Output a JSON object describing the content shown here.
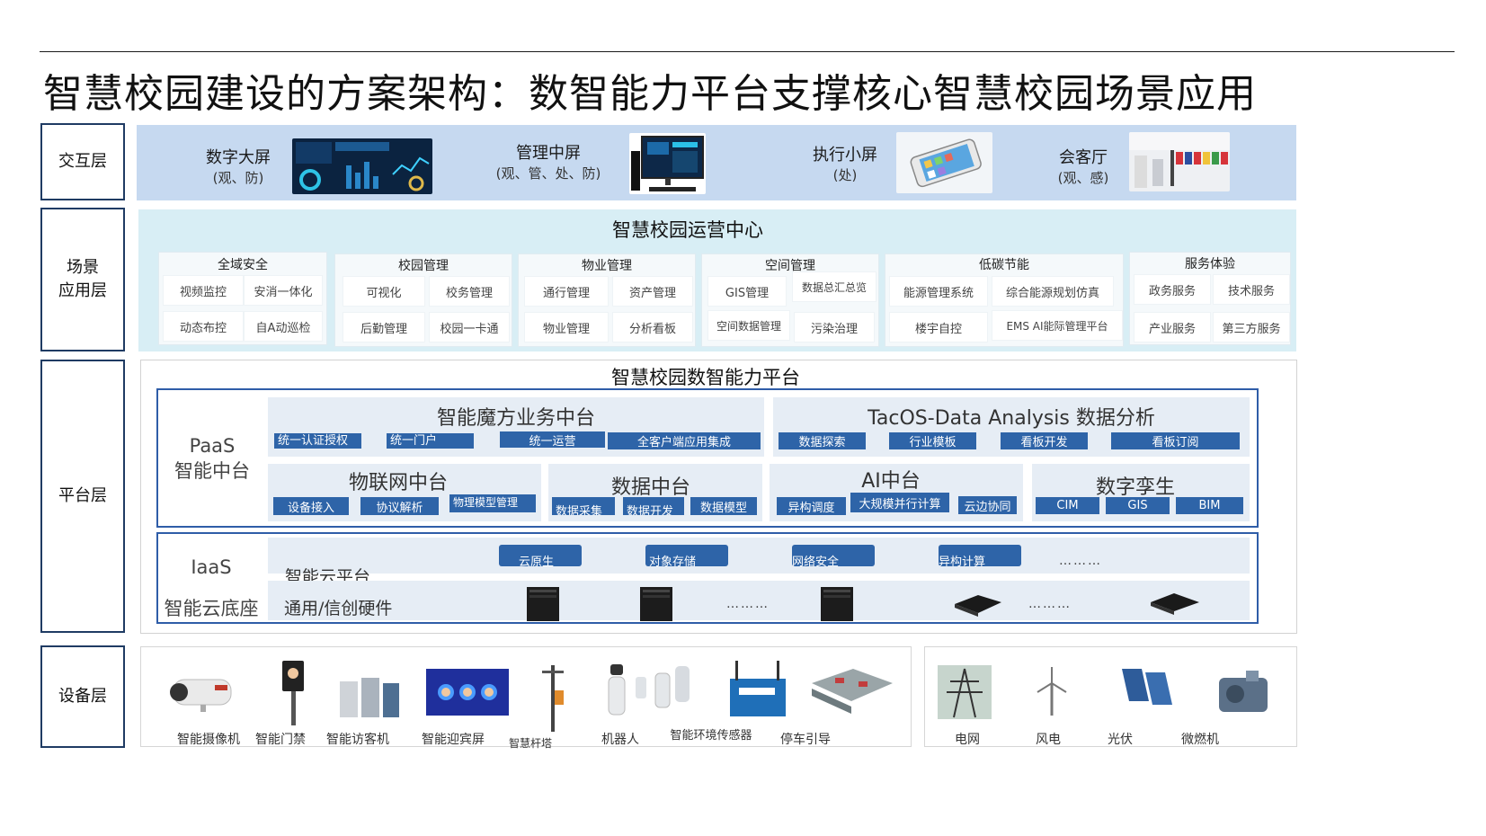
{
  "title": "智慧校园建设的方案架构：数智能力平台支撑核心智慧校园场景应用",
  "layers": {
    "interaction": "交互层",
    "scenario": "场景\n应用层",
    "platform": "平台层",
    "device": "设备层"
  },
  "interaction_items": [
    {
      "name": "数字大屏",
      "sub": "(观、防)"
    },
    {
      "name": "管理中屏",
      "sub": "(观、管、处、防)"
    },
    {
      "name": "执行小屏",
      "sub": "(处)"
    },
    {
      "name": "会客厅",
      "sub": "(观、感)"
    }
  ],
  "scenario": {
    "title": "智慧校园运营中心",
    "groups": [
      {
        "title": "全域安全",
        "items": [
          "视频监控",
          "安消一体化",
          "动态布控",
          "自A动巡检"
        ]
      },
      {
        "title": "校园管理",
        "items": [
          "可视化",
          "校务管理",
          "后勤管理",
          "校园一卡通"
        ]
      },
      {
        "title": "物业管理",
        "items": [
          "通行管理",
          "资产管理",
          "物业管理",
          "分析看板"
        ]
      },
      {
        "title": "空间管理",
        "items": [
          "GIS管理",
          "数据总汇总览",
          "空间数据管理",
          "污染治理"
        ]
      },
      {
        "title": "低碳节能",
        "items": [
          "能源管理系统",
          "综合能源规划仿真",
          "楼宇自控",
          "EMS AI能际管理平台"
        ]
      },
      {
        "title": "服务体验",
        "items": [
          "政务服务",
          "技术服务",
          "产业服务",
          "第三方服务"
        ]
      }
    ]
  },
  "platform": {
    "title": "智慧校园数智能力平台",
    "paas_label": "PaaS\n智能中台",
    "iaas_label": "IaaS\n智能云底座",
    "magic": {
      "title": "智能魔方业务中台",
      "buttons": [
        "统一认证授权",
        "统一门户",
        "统一运营",
        "全客户端应用集成"
      ]
    },
    "tacos": {
      "title": "TacOS-Data Analysis 数据分析",
      "buttons": [
        "数据探索",
        "行业模板",
        "看板开发",
        "看板订阅"
      ]
    },
    "iot": {
      "title": "物联网中台",
      "buttons": [
        "设备接入",
        "协议解析",
        "物理模型管理"
      ]
    },
    "data": {
      "title": "数据中台",
      "buttons": [
        "数据采集",
        "数据开发",
        "数据模型"
      ]
    },
    "ai": {
      "title": "AI中台",
      "buttons": [
        "异构调度",
        "大规模并行计算",
        "云边协同"
      ]
    },
    "twin": {
      "title": "数字孪生",
      "buttons": [
        "CIM",
        "GIS",
        "BIM"
      ]
    },
    "cloud": {
      "title": "智能云平台",
      "buttons": [
        "云原生",
        "对象存储",
        "网络安全",
        "异构计算"
      ],
      "dots": "………"
    },
    "hardware": {
      "title": "通用/信创硬件",
      "dots1": "………",
      "dots2": "………"
    }
  },
  "devices_left": [
    "智能摄像机",
    "智能门禁",
    "智能访客机",
    "智能迎宾屏",
    "智慧杆塔",
    "机器人",
    "智能环境传感器",
    "停车引导"
  ],
  "devices_right": [
    "电网",
    "风电",
    "光伏",
    "微燃机"
  ],
  "colors": {
    "frame": "#1f3b63",
    "button": "#2e64a8",
    "band": "#c6d9f0",
    "scenario_bg": "#d8eef5",
    "panel": "#e6edf5"
  }
}
